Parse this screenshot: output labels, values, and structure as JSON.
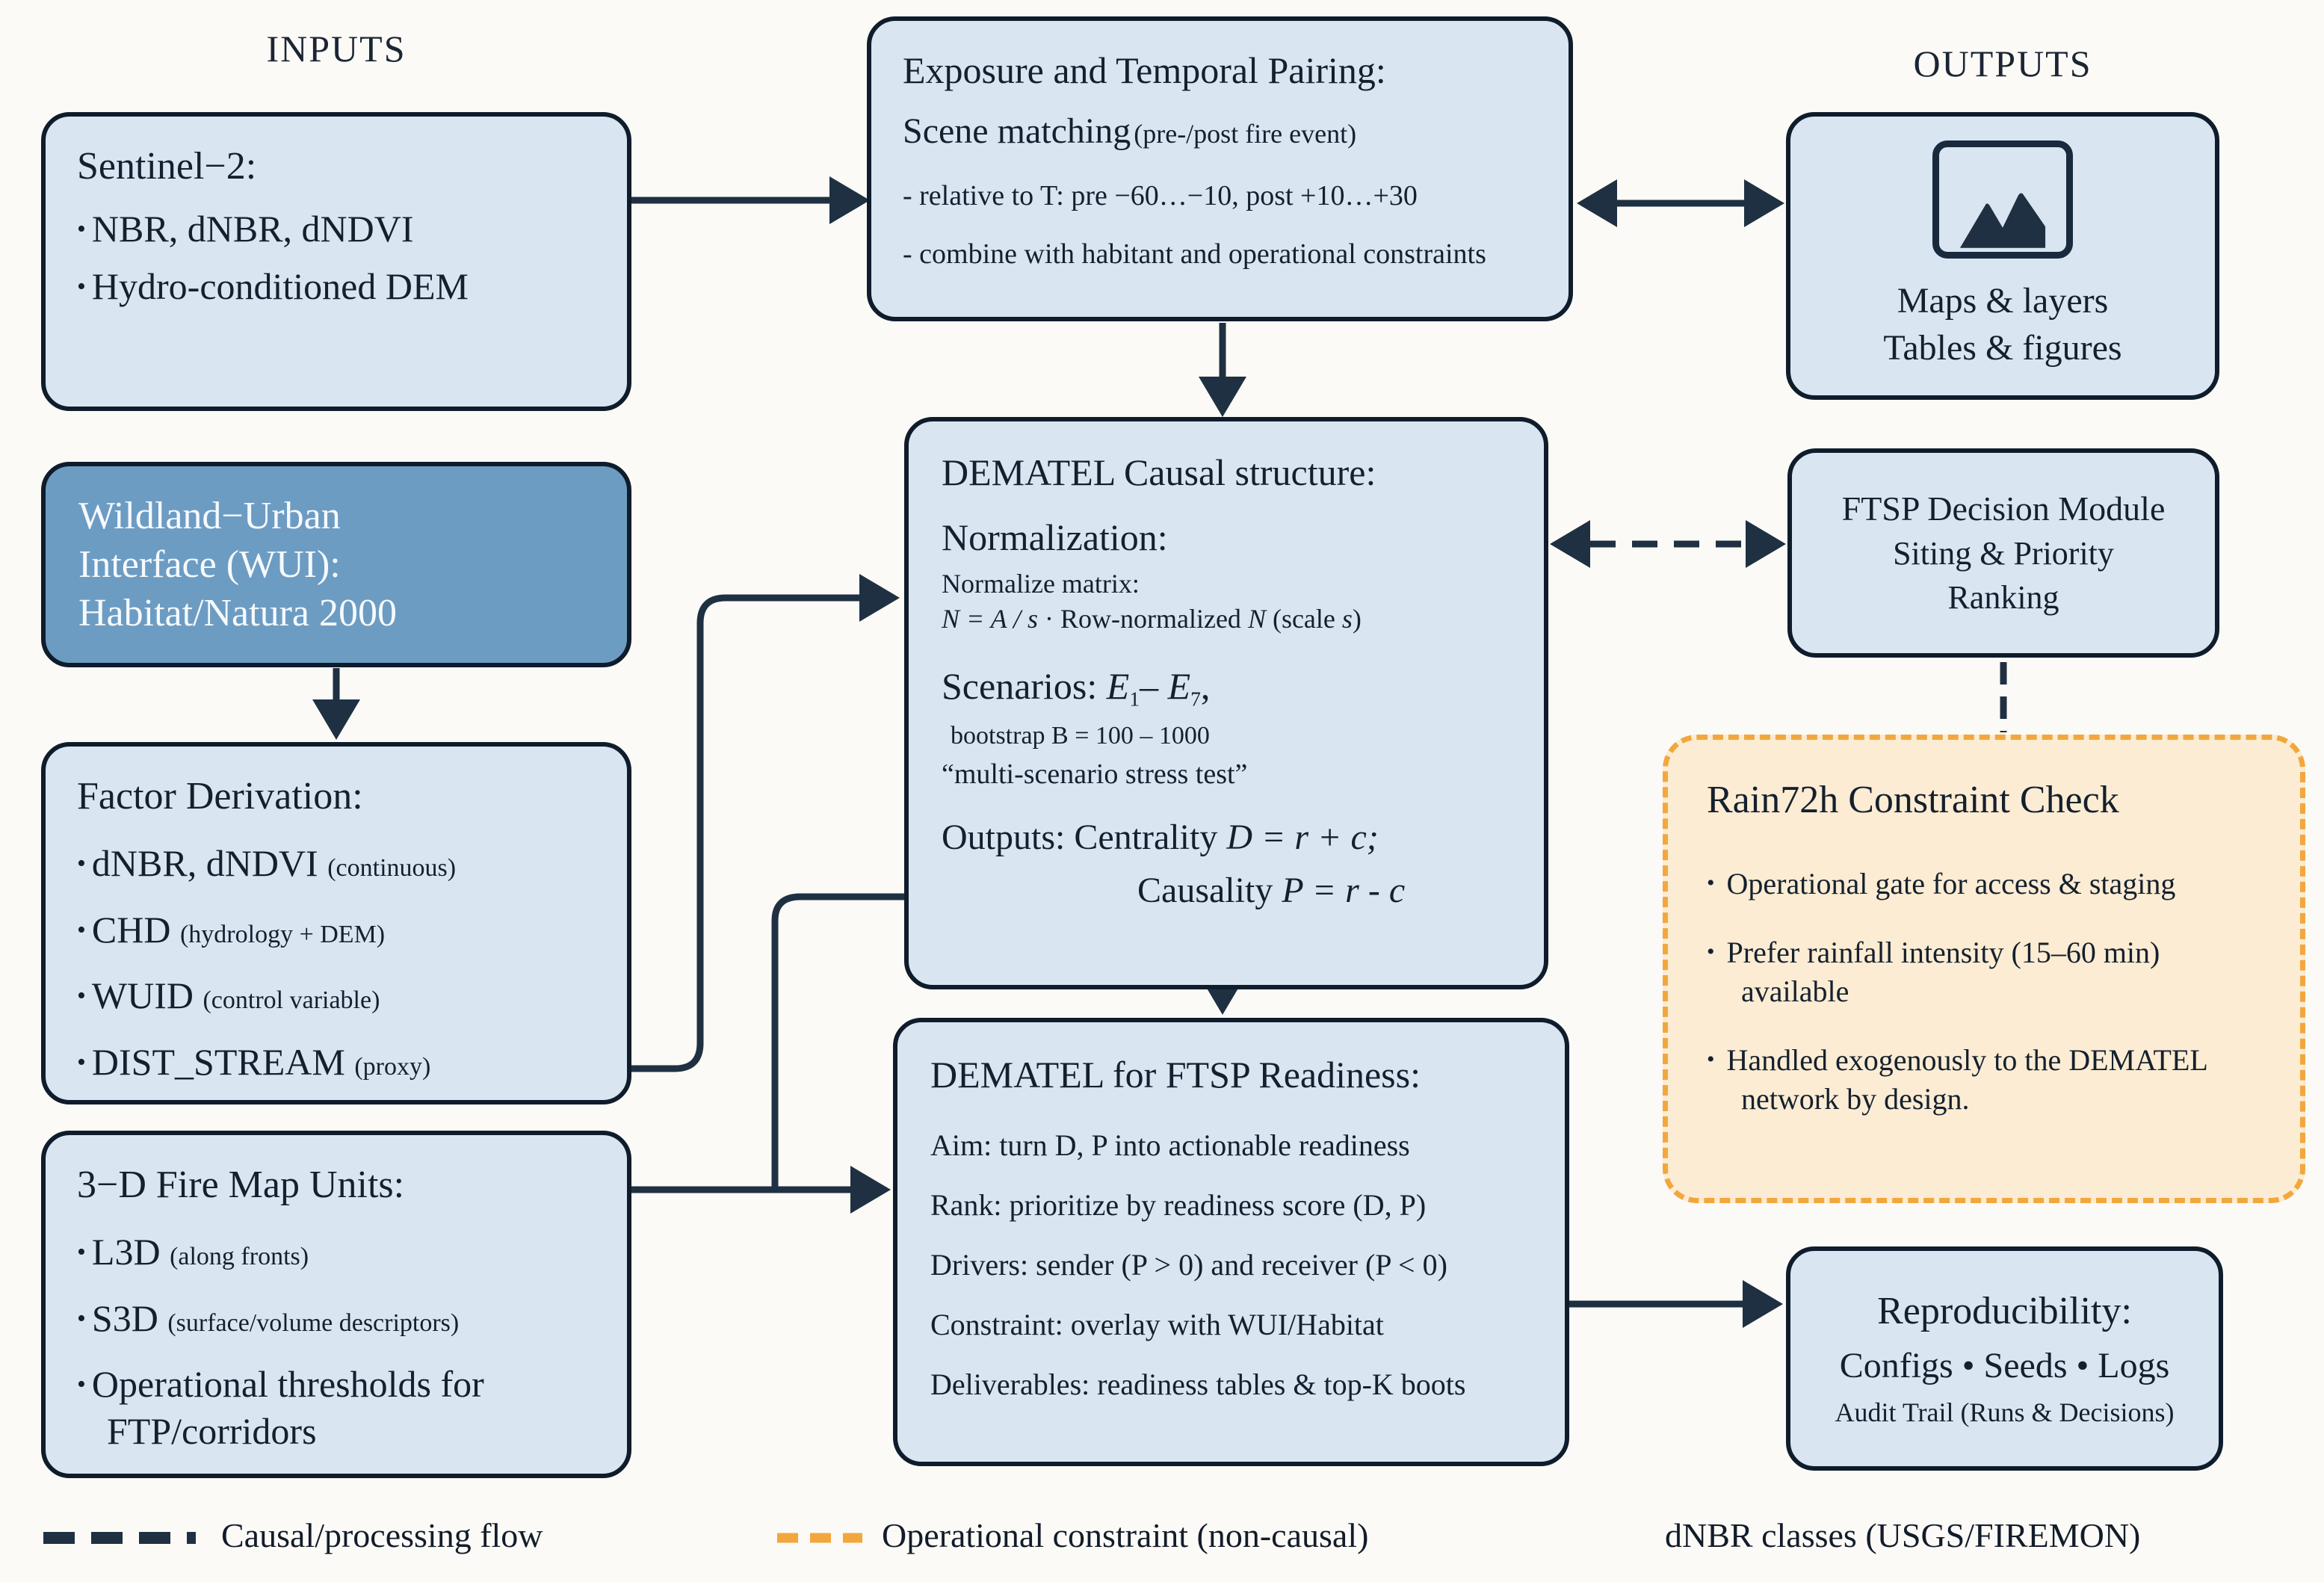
{
  "ui": {
    "bullet": "•"
  },
  "colors": {
    "arrow_navy": "#1f3042",
    "box_border": "#0f1c2b",
    "box_fill_light_blue": "#d9e6f2",
    "wui_fill_steel_blue": "#6d9cc3",
    "rain_fill_cream": "#fbecd3",
    "rain_border_orange": "#f2a73d",
    "background": "#fbfaf6"
  },
  "headers": {
    "inputs": "INPUTS",
    "outputs": "OUTPUTS"
  },
  "sentinel": {
    "title": "Sentinel−2:",
    "bullets": [
      "NBR, dNBR, dNDVI",
      "Hydro-conditioned DEM"
    ]
  },
  "wui": {
    "lines": [
      "Wildland−Urban",
      "Interface (WUI):",
      "Habitat/Natura 2000"
    ]
  },
  "factor": {
    "title": "Factor Derivation:",
    "items": [
      {
        "main": "dNBR, dNDVI",
        "note": "(continuous)"
      },
      {
        "main": "CHD",
        "note": "(hydrology + DEM)"
      },
      {
        "main": "WUID",
        "note": "(control variable)"
      },
      {
        "main": "DIST_STREAM",
        "note": "(proxy)"
      }
    ]
  },
  "fire3d": {
    "title": "3−D Fire Map Units:",
    "items": [
      {
        "main": "L3D",
        "note": "(along fronts)"
      },
      {
        "main": "S3D",
        "note": "(surface/volume descriptors)"
      },
      {
        "main": "Operational thresholds for FTP/corridors",
        "note": ""
      }
    ]
  },
  "exposure": {
    "title": "Exposure and Temporal Pairing:",
    "subtitle_main": "Scene matching",
    "subtitle_note": "(pre-/post fire event)",
    "lines": [
      "- relative to T: pre −60…−10, post +10…+30",
      "- combine with habitant and operational constraints"
    ]
  },
  "dematel": {
    "title": "DEMATEL Causal structure:",
    "norm_heading": "Normalization:",
    "norm_sub": "Normalize matrix:",
    "formula": [
      "N = A / s",
      " · Row-normalized ",
      "N",
      " (scale ",
      "s",
      ")"
    ],
    "scenarios": [
      "Scenarios: ",
      "E",
      "1",
      "– ",
      "E",
      "7",
      ","
    ],
    "bootstrap": "bootstrap B = 100 – 1000",
    "stress": "“multi-scenario stress test”",
    "outputs_line1": [
      "Outputs: ",
      "Centrality ",
      "D = r + c;"
    ],
    "outputs_line2": [
      "Causality ",
      "P = r - c"
    ]
  },
  "readiness": {
    "title": "DEMATEL for FTSP Readiness:",
    "lines": [
      "Aim: turn D, P into actionable readiness",
      "Rank: prioritize by readiness score (D, P)",
      "Drivers: sender (P > 0) and receiver (P < 0)",
      "Constraint: overlay with WUI/Habitat",
      "Deliverables: readiness tables & top-K boots"
    ]
  },
  "maps": {
    "icon": "image-icon",
    "lines": [
      "Maps & layers",
      "Tables & figures"
    ]
  },
  "ftsp": {
    "lines": [
      "FTSP Decision Module",
      "Siting & Priority",
      "Ranking"
    ]
  },
  "rain": {
    "title": "Rain72h Constraint Check",
    "bullets": [
      "Operational gate for access & staging",
      "Prefer rainfall intensity (15–60 min) available",
      "Handled exogenously to the DEMATEL network by design."
    ]
  },
  "repro": {
    "title": "Reproducibility:",
    "line1": "Configs • Seeds • Logs",
    "line2": "Audit Trail (Runs & Decisions)"
  },
  "legend": {
    "causal": "Causal/processing flow",
    "operational": "Operational constraint (non-causal)",
    "dnbr": "dNBR classes (USGS/FIREMON)"
  }
}
